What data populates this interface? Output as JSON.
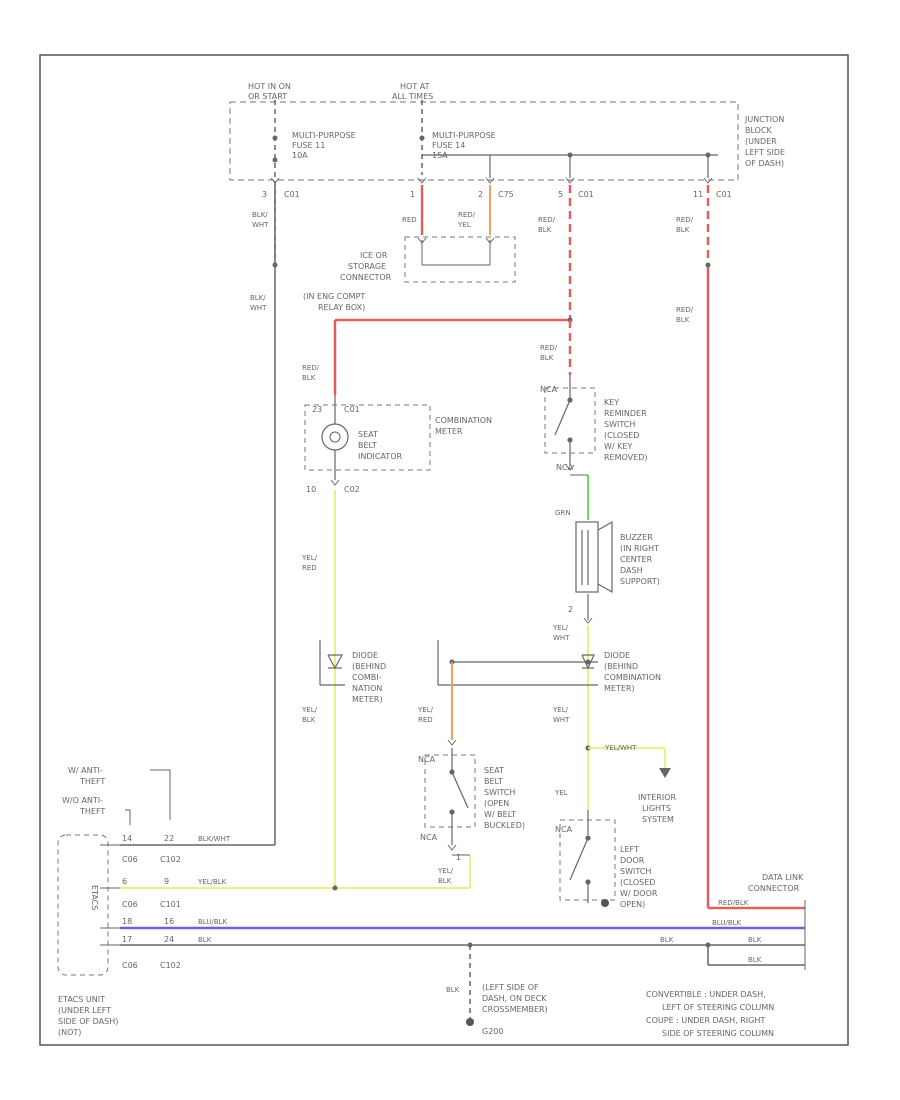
{
  "colors": {
    "red": "#e06060",
    "yellow": "#eeee88",
    "blue": "#6666cc",
    "green": "#66dd66",
    "orange": "#f0a060",
    "black": "#666666",
    "frame": "#555555"
  },
  "labels": {
    "hot_in_on": "HOT IN ON",
    "hot_in_on2": "OR START",
    "hot_at_all": "HOT AT",
    "hot_at_all2": "ALL TIMES",
    "mp_fuse_11_a": "MULTI-PURPOSE",
    "mp_fuse_11_b": "FUSE 11",
    "mp_fuse_11_c": "10A",
    "mp_fuse_14_a": "MULTI-PURPOSE",
    "mp_fuse_14_b": "FUSE 14",
    "mp_fuse_14_c": "15A",
    "jb_1": "JUNCTION",
    "jb_2": "BLOCK",
    "jb_3": "(UNDER",
    "jb_4": "LEFT SIDE",
    "jb_5": "OF DASH)",
    "pin_3a": "3",
    "c01_a": "C01",
    "pin_1": "1",
    "pin_2": "2",
    "c75": "C75",
    "pin_5": "5",
    "c01_b": "C01",
    "pin_11": "11",
    "c01_c": "C01",
    "blk_wht_1a": "BLK/",
    "blk_wht_1b": "WHT",
    "red_1": "RED",
    "red_yel_a": "RED/",
    "red_yel_b": "YEL",
    "red_blk_1a": "RED/",
    "red_blk_1b": "BLK",
    "red_blk_2a": "RED/",
    "red_blk_2b": "BLK",
    "ice_1": "ICE OR",
    "ice_2": "STORAGE",
    "ice_3": "CONNECTOR",
    "ice_4": "(IN ENG COMPT",
    "ice_5": "RELAY BOX)",
    "blk_wht_2a": "BLK/",
    "blk_wht_2b": "WHT",
    "red_blk_3a": "RED/",
    "red_blk_3b": "BLK",
    "red_blk_4a": "RED/",
    "red_blk_4b": "BLK",
    "red_blk_5a": "RED/",
    "red_blk_5b": "BLK",
    "cm_23": "23",
    "cm_c01": "C01",
    "combo_meter_1": "COMBINATION",
    "combo_meter_2": "METER",
    "seat_belt_1": "SEAT",
    "seat_belt_2": "BELT",
    "seat_belt_3": "INDICATOR",
    "cm_10": "10",
    "cm_c02": "C02",
    "nca_1": "NCA",
    "key_1": "KEY",
    "key_2": "REMINDER",
    "key_3": "SWITCH",
    "key_4": "(CLOSED",
    "key_5": "W/ KEY",
    "key_6": "REMOVED)",
    "nca_2": "NCA",
    "grn": "GRN",
    "buzzer_1": "BUZZER",
    "buzzer_2": "(IN RIGHT",
    "buzzer_3": "CENTER",
    "buzzer_4": "DASH",
    "buzzer_5": "SUPPORT)",
    "yel_red_1a": "YEL/",
    "yel_red_1b": "RED",
    "pin_2b": "2",
    "yel_wht_1a": "YEL/",
    "yel_wht_1b": "WHT",
    "diode_1a": "DIODE",
    "diode_1b": "(BEHIND",
    "diode_1c": "COMBI-",
    "diode_1d": "NATION",
    "diode_1e": "METER)",
    "diode_2a": "DIODE",
    "diode_2b": "(BEHIND",
    "diode_2c": "COMBINATION",
    "diode_2d": "METER)",
    "yel_blk_1a": "YEL/",
    "yel_blk_1b": "BLK",
    "yel_red_2a": "YEL/",
    "yel_red_2b": "RED",
    "yel_wht_2a": "YEL/",
    "yel_wht_2b": "WHT",
    "yel_wht_3": "YEL/WHT",
    "nca_3": "NCA",
    "sbs_1": "SEAT",
    "sbs_2": "BELT",
    "sbs_3": "SWITCH",
    "sbs_4": "(OPEN",
    "sbs_5": "W/ BELT",
    "sbs_6": "BUCKLED)",
    "interior_1": "INTERIOR",
    "interior_2": "LIGHTS",
    "interior_3": "SYSTEM",
    "yel_1": "YEL",
    "nca_4": "NCA",
    "pin_1b": "1",
    "yel_blk_2a": "YEL/",
    "yel_blk_2b": "BLK",
    "nca_5": "NCA",
    "lds_1": "LEFT",
    "lds_2": "DOOR",
    "lds_3": "SWITCH",
    "lds_4": "(CLOSED",
    "lds_5": "W/ DOOR",
    "lds_6": "OPEN)",
    "w_anti_theft": "W/ ANTI-",
    "w_anti_theft2": "THEFT",
    "wo_anti_theft": "W/O ANTI-",
    "wo_anti_theft2": "THEFT",
    "pin_14": "14",
    "pin_22": "22",
    "blk_wht_3": "BLK/WHT",
    "c06_1": "C06",
    "c102_1": "C102",
    "pin_6": "6",
    "pin_9": "9",
    "yel_blk_3": "YEL/BLK",
    "c06_2": "C06",
    "c101": "C101",
    "pin_18": "18",
    "pin_16": "16",
    "blu_blk": "BLU/BLK",
    "pin_17": "17",
    "pin_24": "24",
    "blk_1": "BLK",
    "c06_3": "C06",
    "c102_2": "C102",
    "data_link_1": "DATA LINK",
    "data_link_2": "CONNECTOR",
    "red_blk_6": "RED/BLK",
    "blu_blk_2": "BLU/BLK",
    "blk_2": "BLK",
    "blk_3": "BLK",
    "blk_4": "BLK",
    "etacs_1": "ETACS UNIT",
    "etacs_2": "(UNDER LEFT",
    "etacs_3": "SIDE OF DASH)",
    "etacs_4": "(NOT)",
    "etacs_vert": "ETACS",
    "blk_5": "BLK",
    "ground_1": "(LEFT SIDE OF",
    "ground_2": "DASH, ON DECK",
    "ground_3": "CROSSMEMBER)",
    "ground_4": "G200",
    "note_1": "CONVERTIBLE : UNDER DASH,",
    "note_2": "LEFT OF STEERING COLUMN",
    "note_3": "COUPE : UNDER DASH, RIGHT",
    "note_4": "SIDE OF STEERING COLUMN"
  }
}
